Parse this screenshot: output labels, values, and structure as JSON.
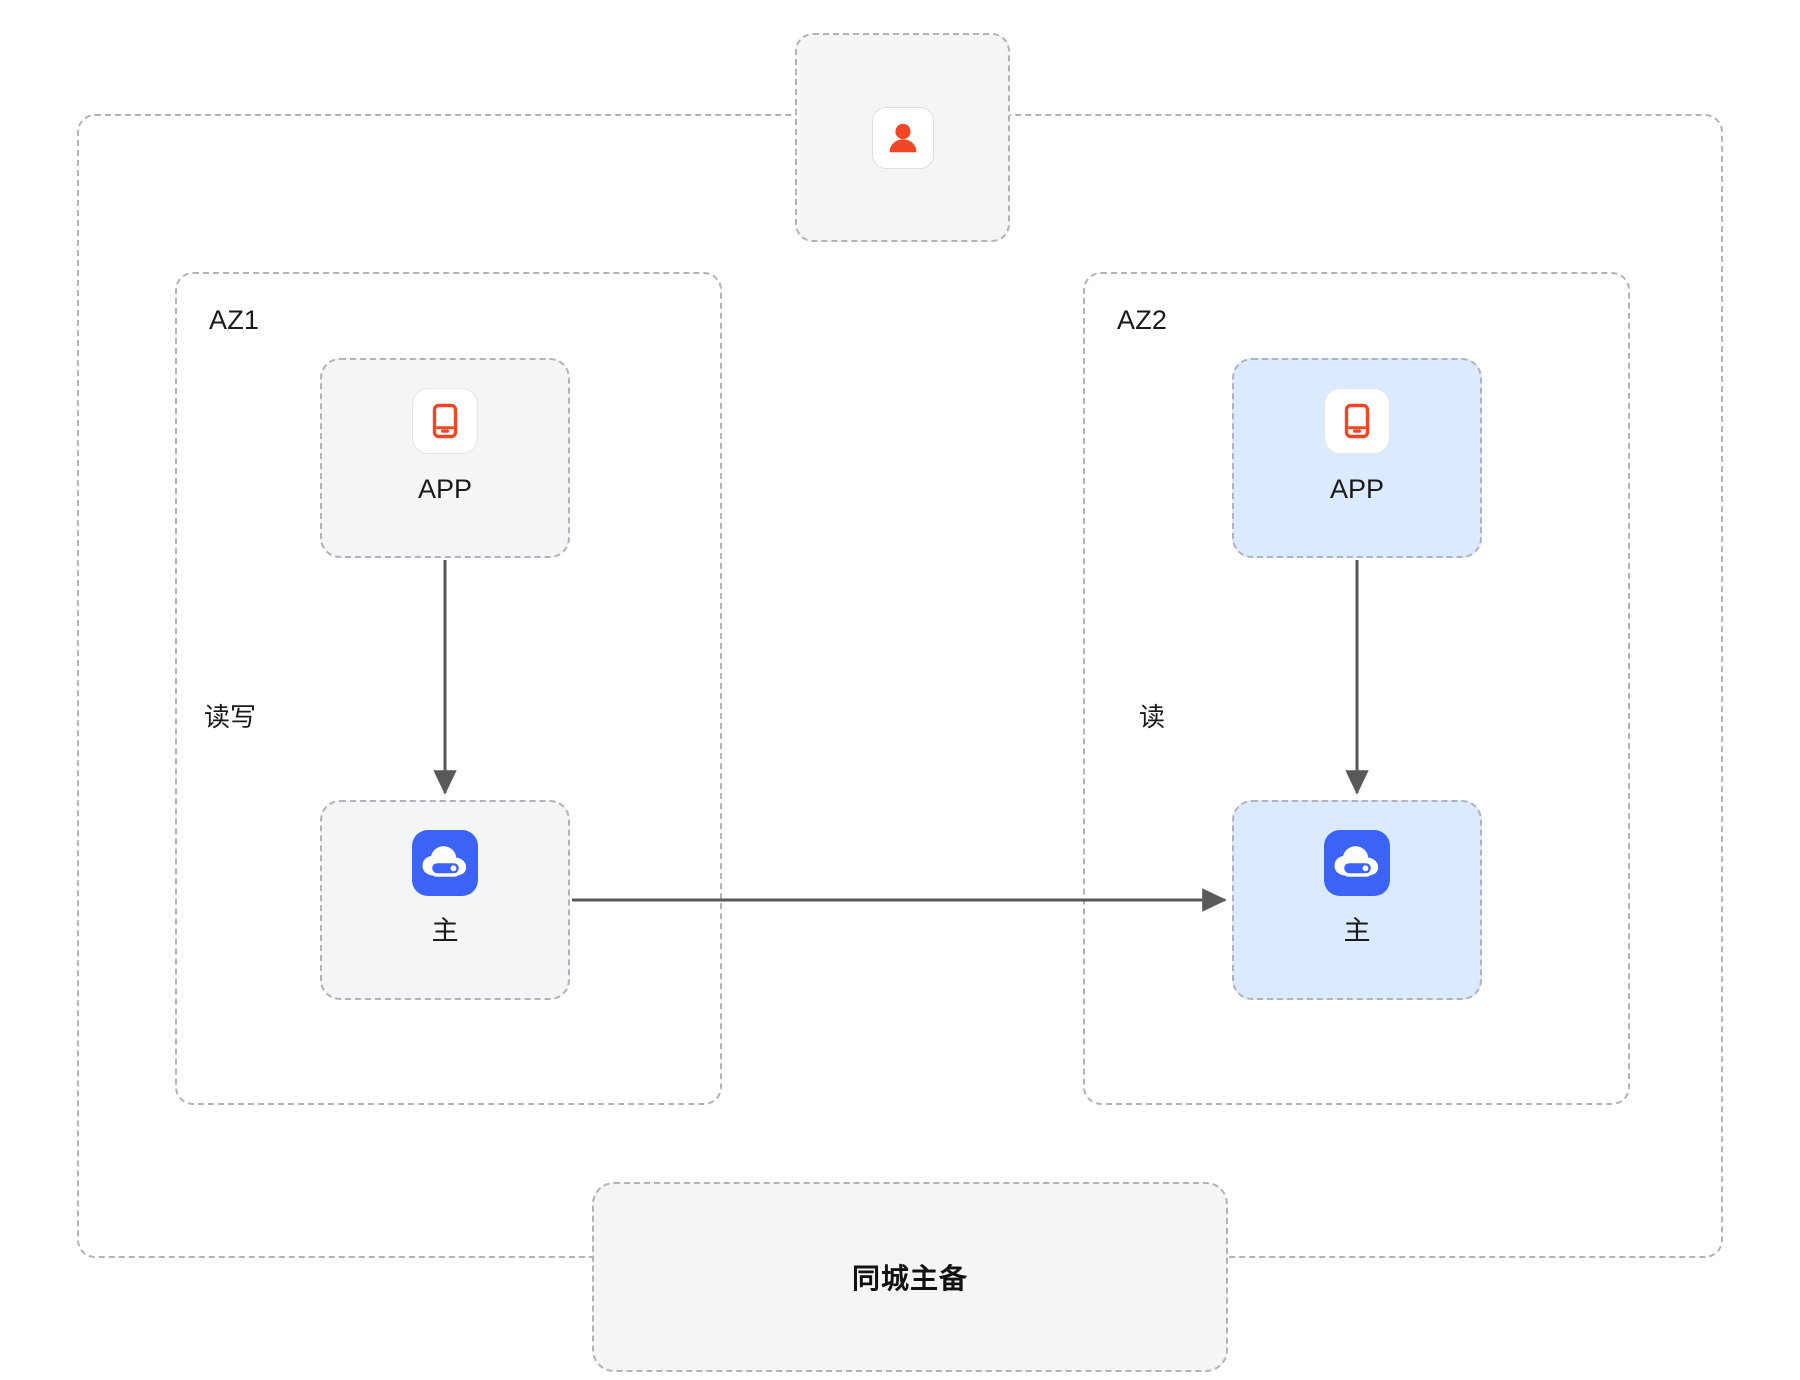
{
  "diagram": {
    "title": "同城主备",
    "colors": {
      "accent_blue": "#3b63f6",
      "accent_orange": "#f04624",
      "zone_fill_gray": "#f4f5f7",
      "zone_fill_blue": "#dbeafe",
      "border_dashed": "#b0b3b8",
      "arrow": "#595959"
    },
    "outer_region": {
      "name": "region-container"
    },
    "client": {
      "icon": "user-icon",
      "label": ""
    },
    "zones": [
      {
        "id": "az1",
        "label": "AZ1",
        "theme": "gray",
        "edge_label": "读写",
        "nodes": [
          {
            "id": "az1-app",
            "label": "APP",
            "icon": "mobile-app-icon",
            "theme": "gray"
          },
          {
            "id": "az1-db",
            "label": "主",
            "icon": "cloud-database-icon",
            "theme": "gray"
          }
        ]
      },
      {
        "id": "az2",
        "label": "AZ2",
        "theme": "blue",
        "edge_label": "读",
        "nodes": [
          {
            "id": "az2-app",
            "label": "APP",
            "icon": "mobile-app-icon",
            "theme": "blue"
          },
          {
            "id": "az2-db",
            "label": "主",
            "icon": "cloud-database-icon",
            "theme": "blue"
          }
        ]
      }
    ],
    "connections": [
      {
        "id": "az1-app-to-db",
        "from": "az1-app",
        "to": "az1-db",
        "label": "读写",
        "direction": "down"
      },
      {
        "id": "az2-app-to-db",
        "from": "az2-app",
        "to": "az2-db",
        "label": "读",
        "direction": "down"
      },
      {
        "id": "az1-db-to-az2-db",
        "from": "az1-db",
        "to": "az2-db",
        "label": "",
        "direction": "right"
      }
    ],
    "banner": {
      "label": "同城主备"
    }
  }
}
